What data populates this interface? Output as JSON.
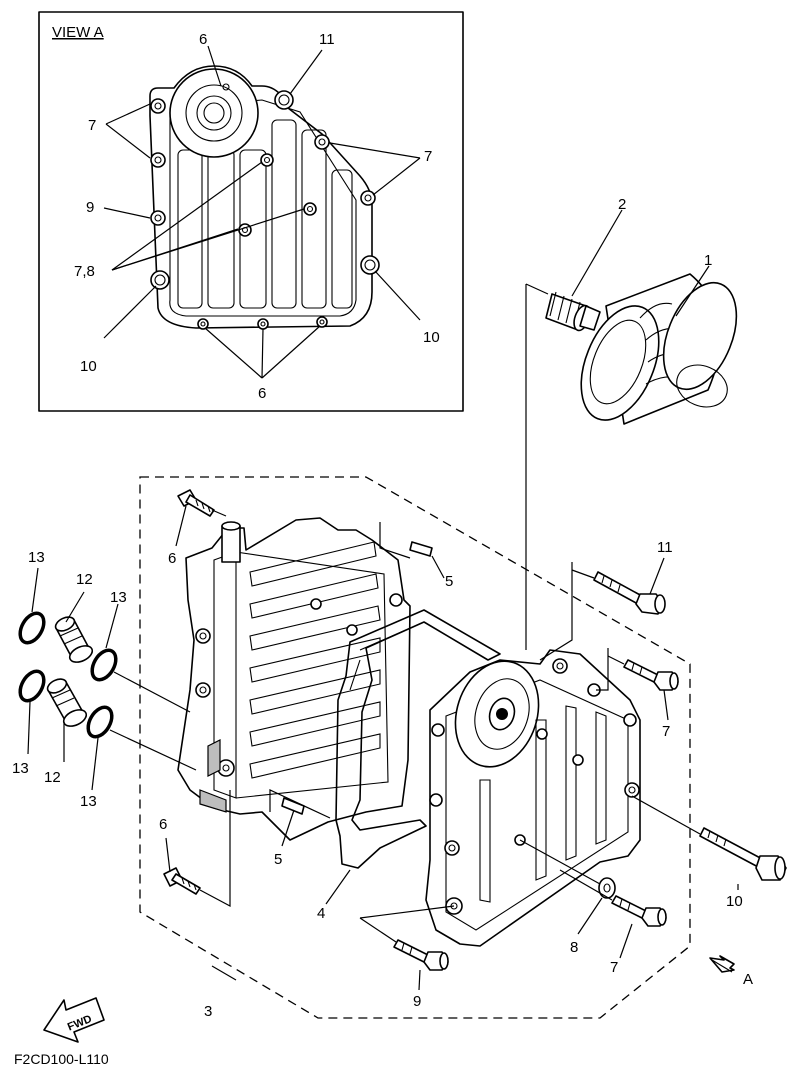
{
  "view_title": "VIEW A",
  "view_arrow_label": "A",
  "fwd_label": "FWD",
  "diagram_code": "F2CD100-L110",
  "callouts": {
    "c1": "1",
    "c2": "2",
    "c3": "3",
    "c4": "4",
    "c5a": "5",
    "c5b": "5",
    "c6a": "6",
    "c6b": "6",
    "c6c": "6",
    "c6d": "6",
    "c7a": "7",
    "c7b": "7",
    "c7c": "7",
    "c7d": "7",
    "c78": "7,8",
    "c8": "8",
    "c9a": "9",
    "c9b": "9",
    "c10a": "10",
    "c10b": "10",
    "c10c": "10",
    "c11a": "11",
    "c11b": "11",
    "c12a": "12",
    "c12b": "12",
    "c13a": "13",
    "c13b": "13",
    "c13c": "13",
    "c13d": "13"
  }
}
